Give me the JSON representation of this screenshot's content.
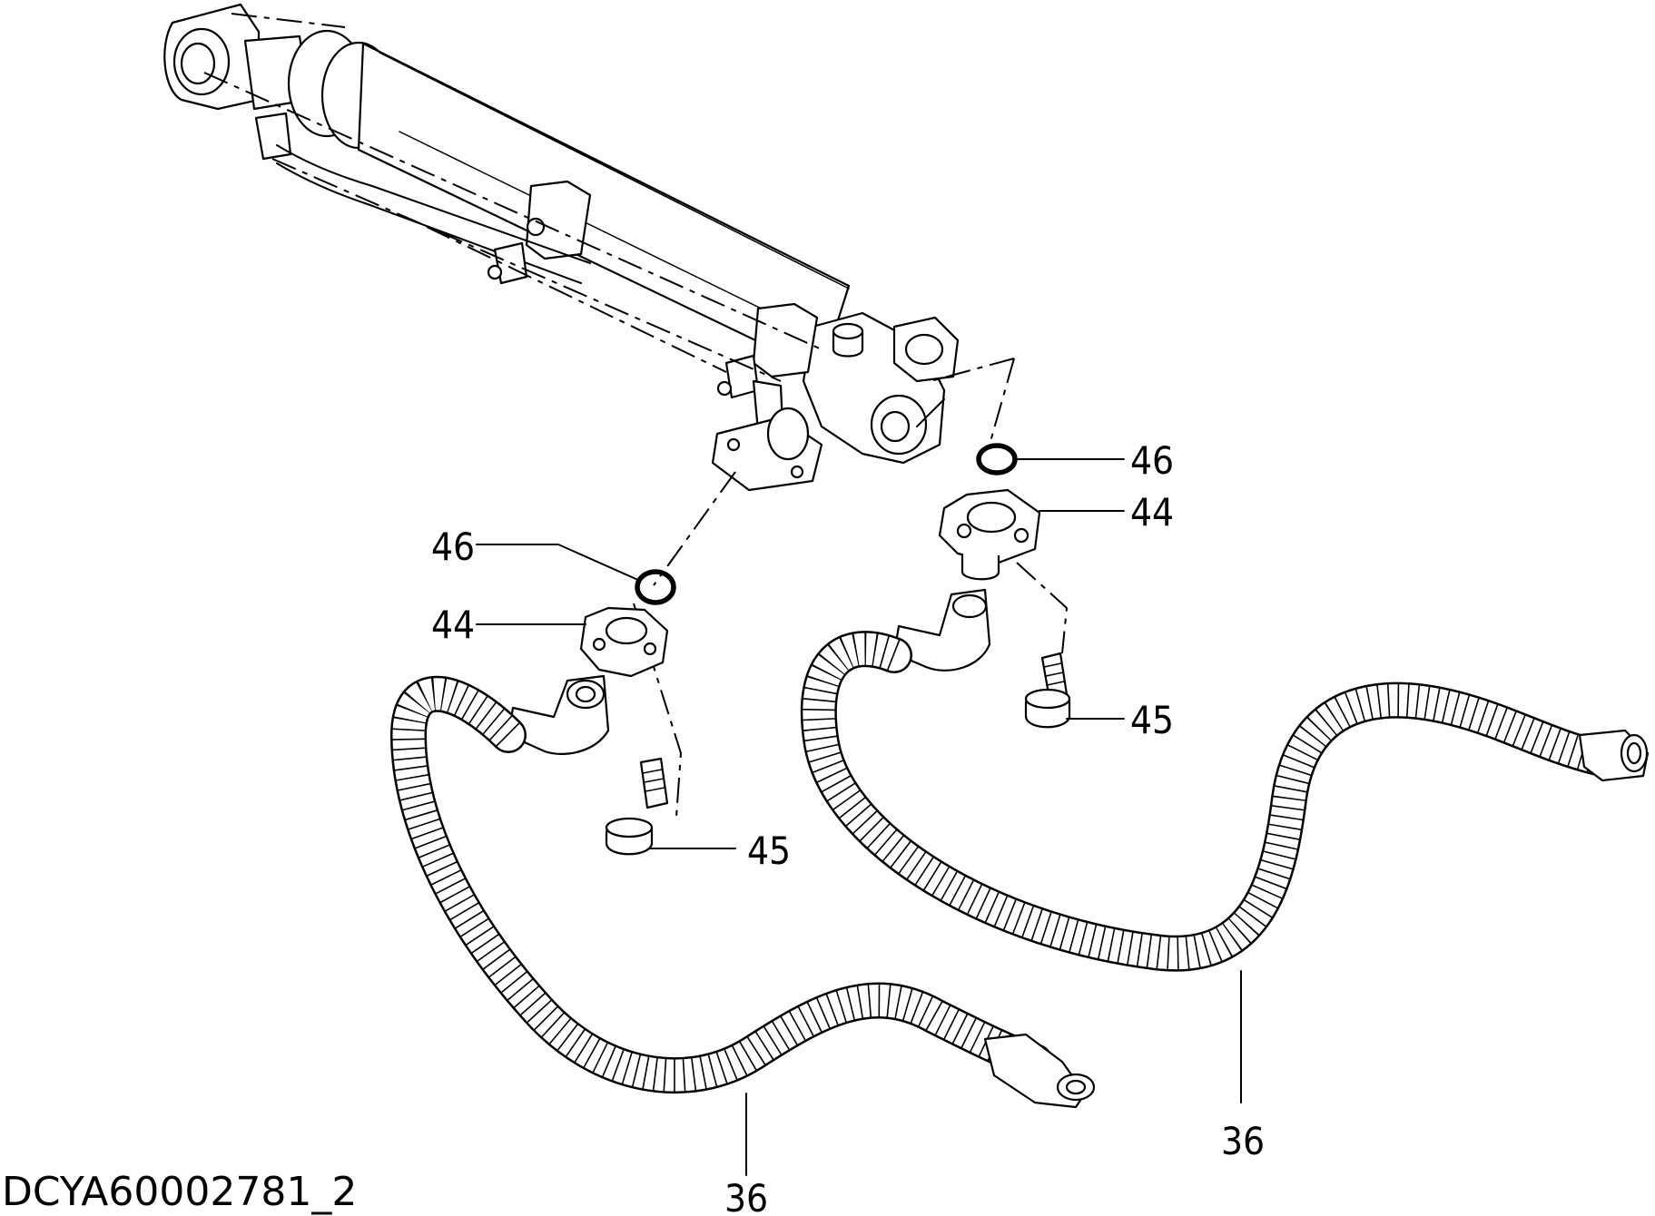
{
  "diagram": {
    "caption": "DCYA60002781_2",
    "callouts": {
      "oring_right": "46",
      "flange_right": "44",
      "bolt_right": "45",
      "hose_right": "36",
      "oring_left": "46",
      "flange_left": "44",
      "bolt_left": "45",
      "hose_left": "36"
    }
  }
}
